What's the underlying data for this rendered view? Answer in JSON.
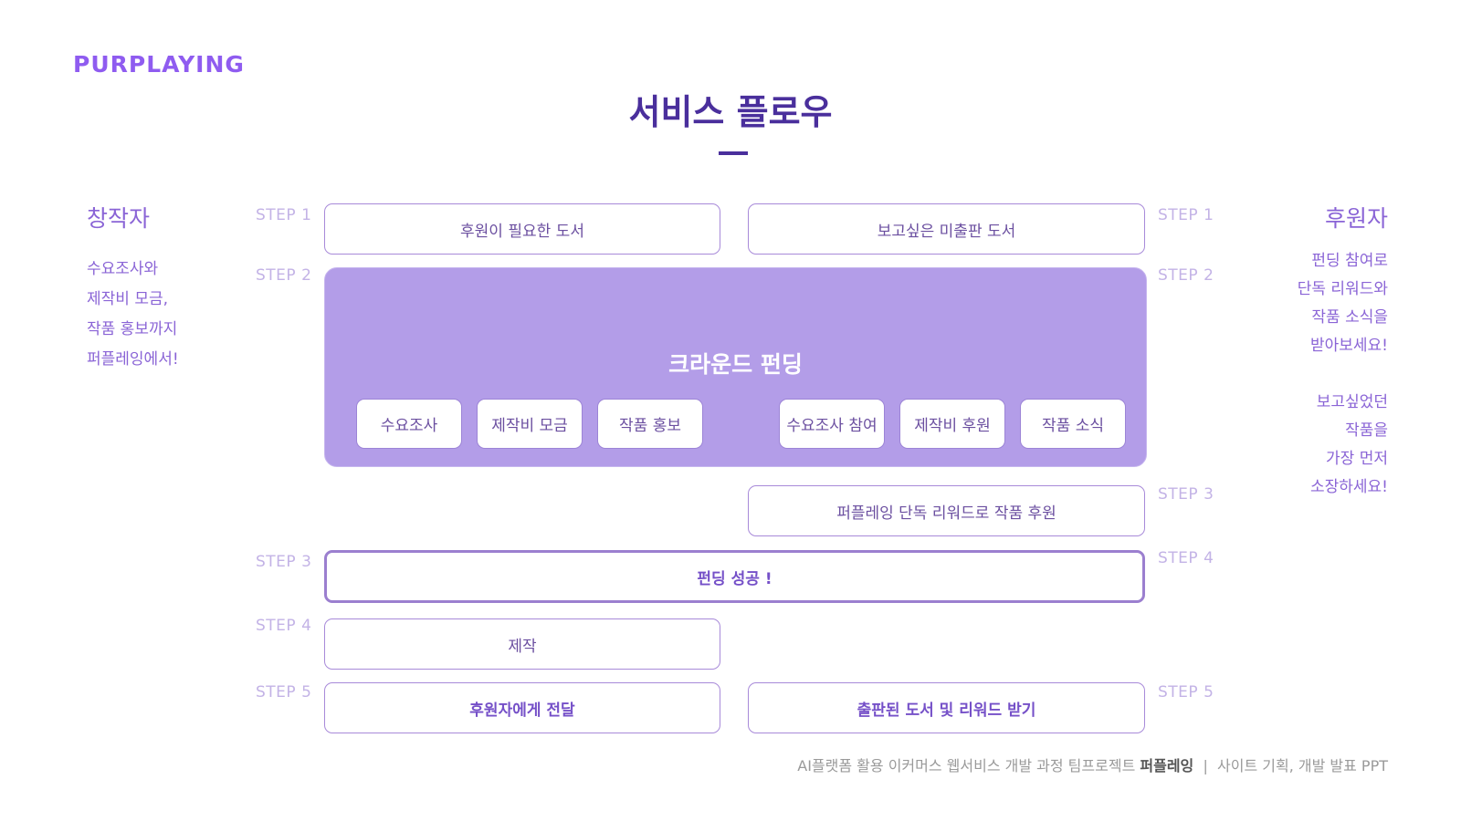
{
  "brand": {
    "logo": "PURPLAYING"
  },
  "title": "서비스 플로우",
  "creator": {
    "title": "창작자",
    "lines": [
      "수요조사와",
      "제작비 모금,",
      "작품 홍보까지",
      "퍼플레잉에서!"
    ]
  },
  "supporter": {
    "title": "후원자",
    "lines": [
      "펀딩 참여로",
      "단독 리워드와",
      "작품 소식을",
      "받아보세요!",
      "보고싶었던",
      "작품을",
      "가장 먼저",
      "소장하세요!"
    ]
  },
  "steps": {
    "left": [
      "STEP 1",
      "STEP 2",
      "STEP 3",
      "STEP 4",
      "STEP 5"
    ],
    "right": [
      "STEP 1",
      "STEP 2",
      "STEP 3",
      "STEP 4",
      "STEP 5"
    ]
  },
  "boxes": {
    "creator_step1": "후원이 필요한 도서",
    "supporter_step1": "보고싶은 미출판 도서",
    "funding_title": "크라운드 펀딩",
    "creator_items": [
      "수요조사",
      "제작비 모금",
      "작품 홍보"
    ],
    "supporter_items": [
      "수요조사 참여",
      "제작비 후원",
      "작품 소식"
    ],
    "supporter_step3": "퍼플레잉 단독 리워드로 작품 후원",
    "funding_success": "펀딩 성공 !",
    "creator_step4": "제작",
    "creator_step5": "후원자에게 전달",
    "supporter_step5": "출판된 도서 및 리워드 받기"
  },
  "footer": {
    "course": "AI플랫폼 활용 이커머스 웹서비스 개발  과정 팀프로젝트",
    "team": "퍼플레잉",
    "separator": "|",
    "doc": "사이트 기획, 개발 발표 PPT"
  },
  "colors": {
    "brand": "#8f5cf0",
    "title": "#4a2f9c",
    "funding_bg": "#b39de8",
    "border": "#a88ad9",
    "step": "#c3b3e6"
  }
}
